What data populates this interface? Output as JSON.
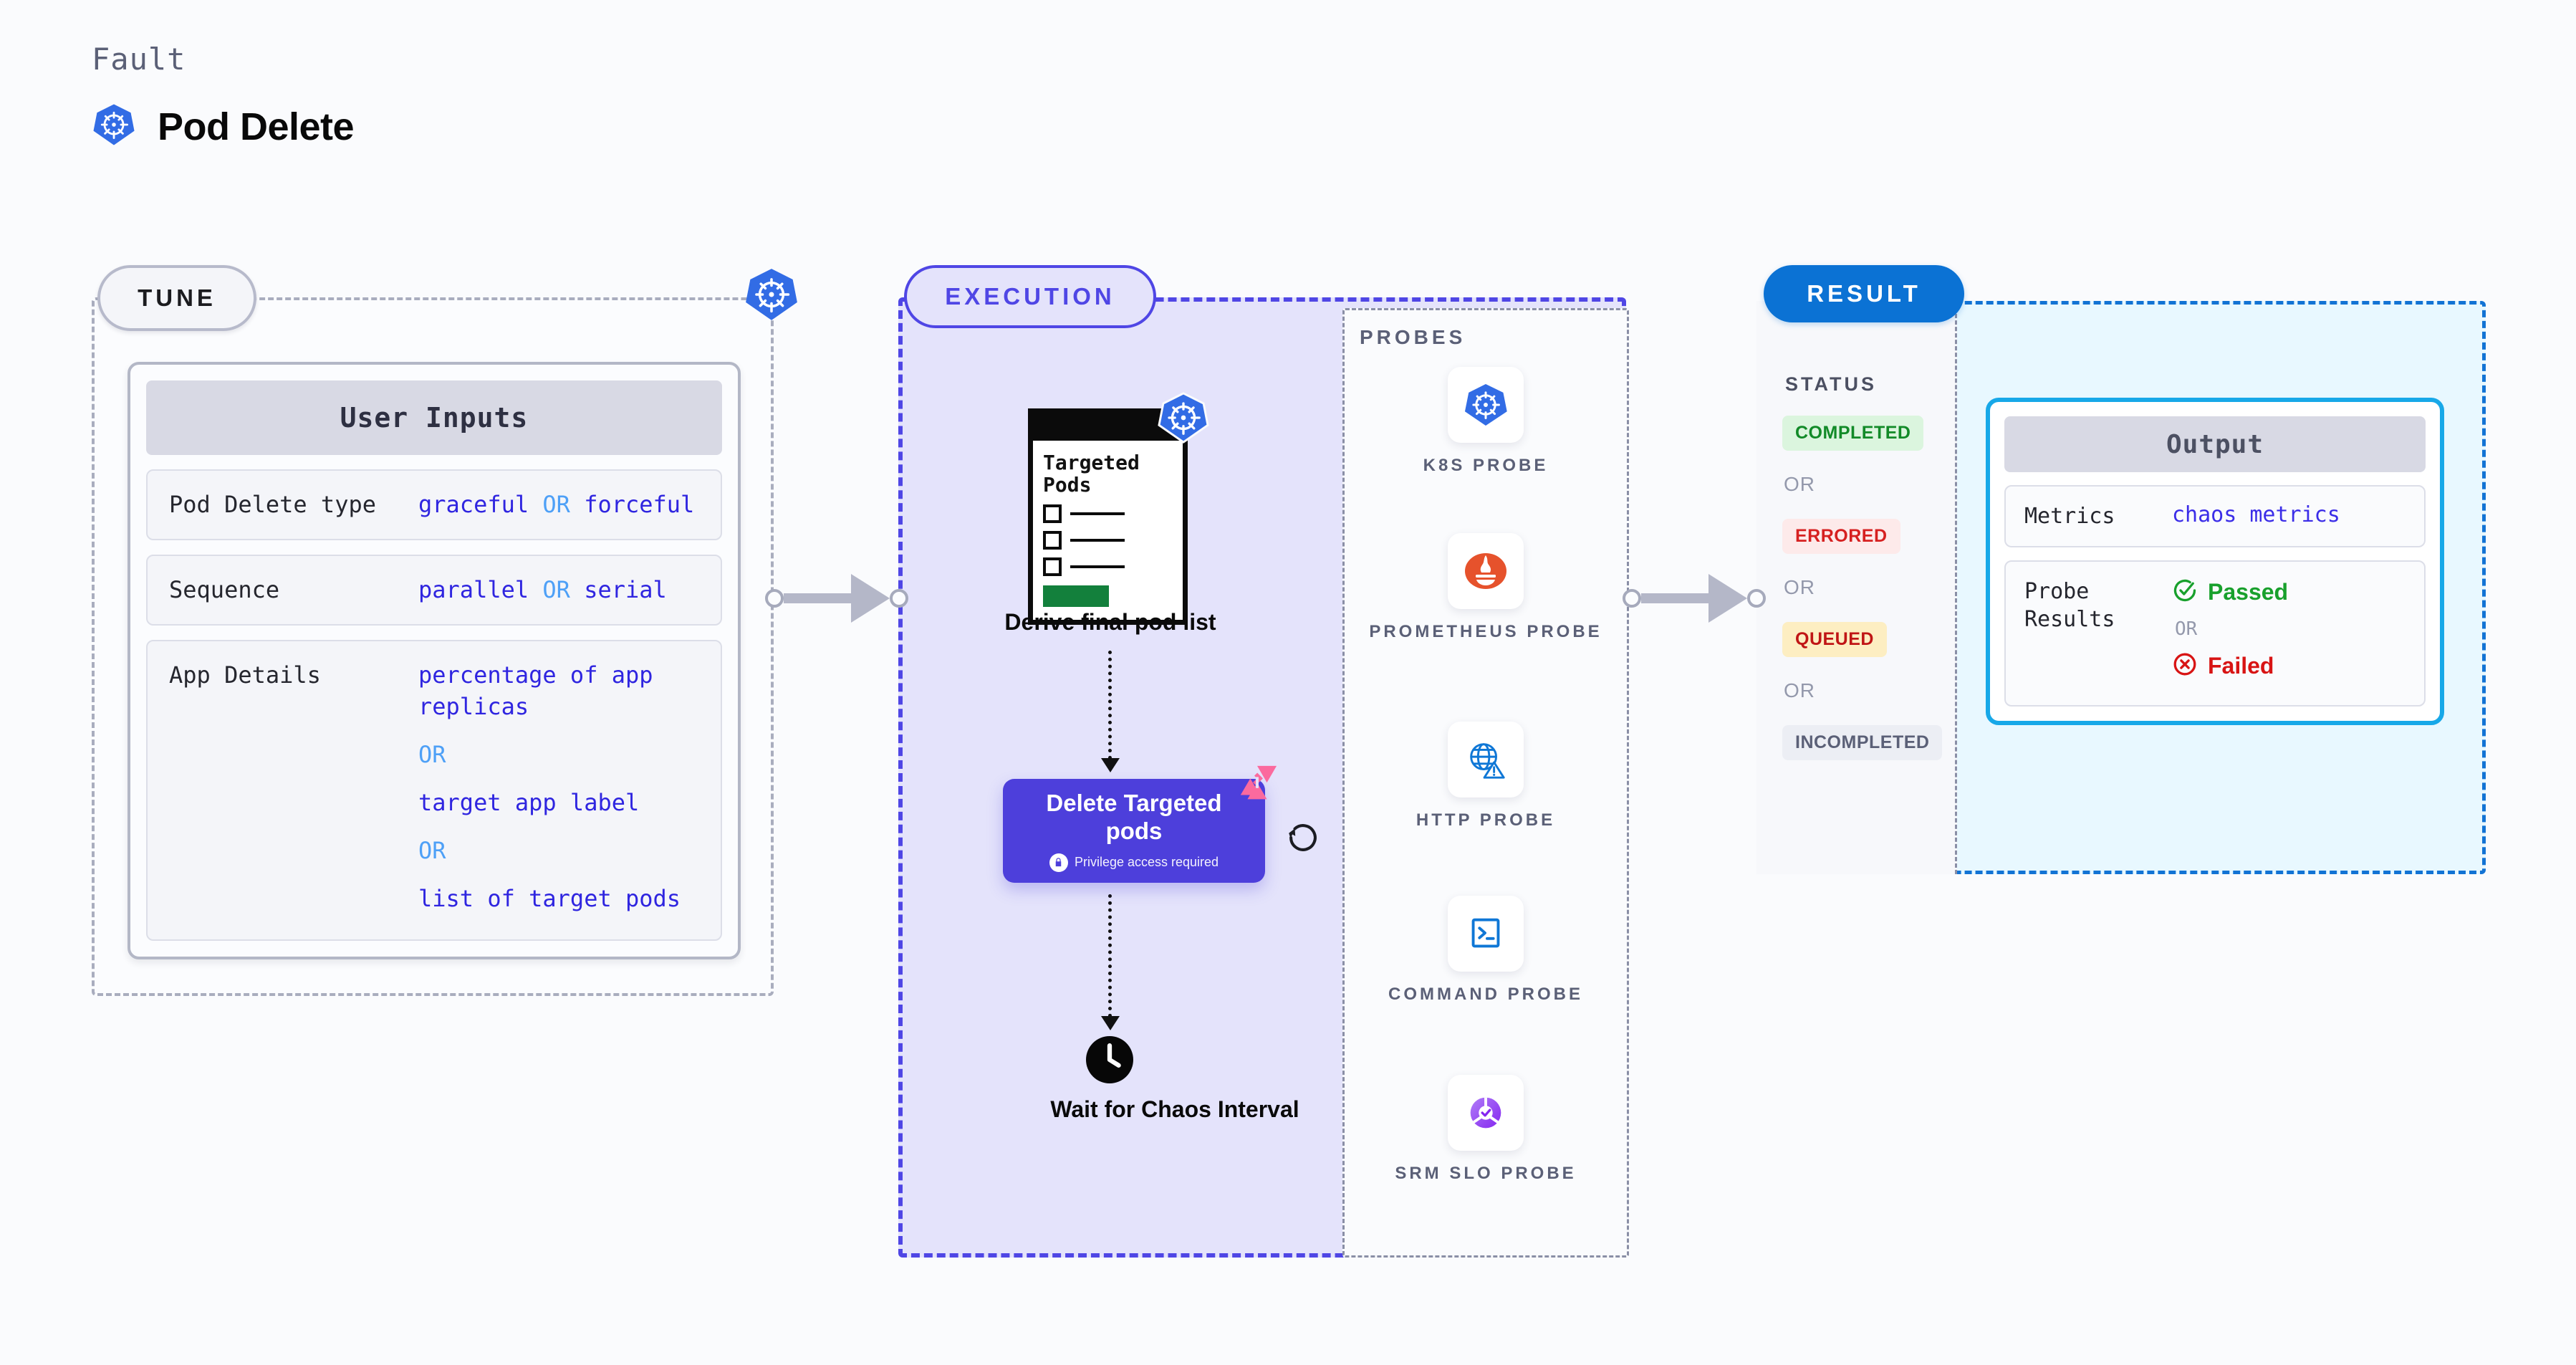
{
  "header": {
    "eyebrow": "Fault",
    "title": "Pod Delete",
    "icon": "kubernetes-icon"
  },
  "tune": {
    "pill_label": "TUNE",
    "border_badge_icon": "kubernetes-icon",
    "card_title": "User Inputs",
    "rows": [
      {
        "key": "Pod Delete type",
        "value_parts": [
          "graceful",
          "OR",
          "forceful"
        ]
      },
      {
        "key": "Sequence",
        "value_parts": [
          "parallel",
          "OR",
          "serial"
        ]
      }
    ],
    "app_details": {
      "key": "App Details",
      "options": [
        "percentage of app replicas",
        "target app label",
        "list of target pods"
      ],
      "separator": "OR"
    }
  },
  "execution": {
    "pill_label": "EXECUTION",
    "targeted_pods": {
      "title": "Targeted Pods",
      "badge_icon": "kubernetes-icon",
      "items": 3,
      "caption": "Derive final pod list"
    },
    "delete_node": {
      "title": "Delete Targeted pods",
      "subtitle": "Privilege access required",
      "lock_icon": "lock-icon",
      "corner_icon": "litmus-chaos-icon",
      "retry_icon": "refresh-icon"
    },
    "wait_node": {
      "icon": "clock-icon",
      "label": "Wait for Chaos Interval"
    }
  },
  "probes": {
    "title": "PROBES",
    "items": [
      {
        "label": "K8S PROBE",
        "icon": "kubernetes-icon"
      },
      {
        "label": "PROMETHEUS PROBE",
        "icon": "prometheus-icon"
      },
      {
        "label": "HTTP PROBE",
        "icon": "globe-warning-icon"
      },
      {
        "label": "COMMAND PROBE",
        "icon": "terminal-icon"
      },
      {
        "label": "SRM SLO PROBE",
        "icon": "slo-gauge-icon"
      }
    ]
  },
  "result": {
    "pill_label": "RESULT",
    "status_title": "STATUS",
    "statuses": [
      {
        "label": "COMPLETED",
        "color": "#128a28",
        "bg": "#dbf5de"
      },
      {
        "label": "ERRORED",
        "color": "#d62020",
        "bg": "#fdeaea"
      },
      {
        "label": "QUEUED",
        "color": "#c01515",
        "bg": "#fdeec2"
      },
      {
        "label": "INCOMPLETED",
        "color": "#5b6077",
        "bg": "#eceef4"
      }
    ],
    "separator": "OR",
    "output": {
      "title": "Output",
      "metrics_key": "Metrics",
      "metrics_value": "chaos metrics",
      "probe_results_key": "Probe Results",
      "passed": "Passed",
      "failed": "Failed",
      "separator": "OR",
      "pass_icon": "check-circle-icon",
      "fail_icon": "x-circle-icon"
    }
  },
  "connectors": {
    "tune_to_exec": "arrow-right",
    "exec_to_result": "arrow-right"
  }
}
